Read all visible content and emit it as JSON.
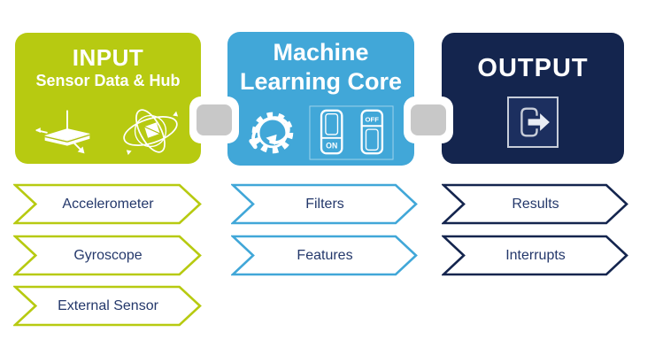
{
  "colors": {
    "green": "#B7CA11",
    "blue": "#41A7D8",
    "navy": "#14254E",
    "gray": "#C8C8C8",
    "label": "#24386B",
    "icon_frame": "#C7CDD9"
  },
  "blocks": {
    "input": {
      "title": "INPUT",
      "subtitle": "Sensor Data & Hub",
      "items": [
        "Accelerometer",
        "Gyroscope",
        "External Sensor"
      ]
    },
    "mlc": {
      "title": "Machine Learning Core",
      "items": [
        "Filters",
        "Features"
      ]
    },
    "output": {
      "title": "OUTPUT",
      "items": [
        "Results",
        "Interrupts"
      ]
    }
  },
  "switch_labels": {
    "left": "ON",
    "right": "OFF"
  }
}
